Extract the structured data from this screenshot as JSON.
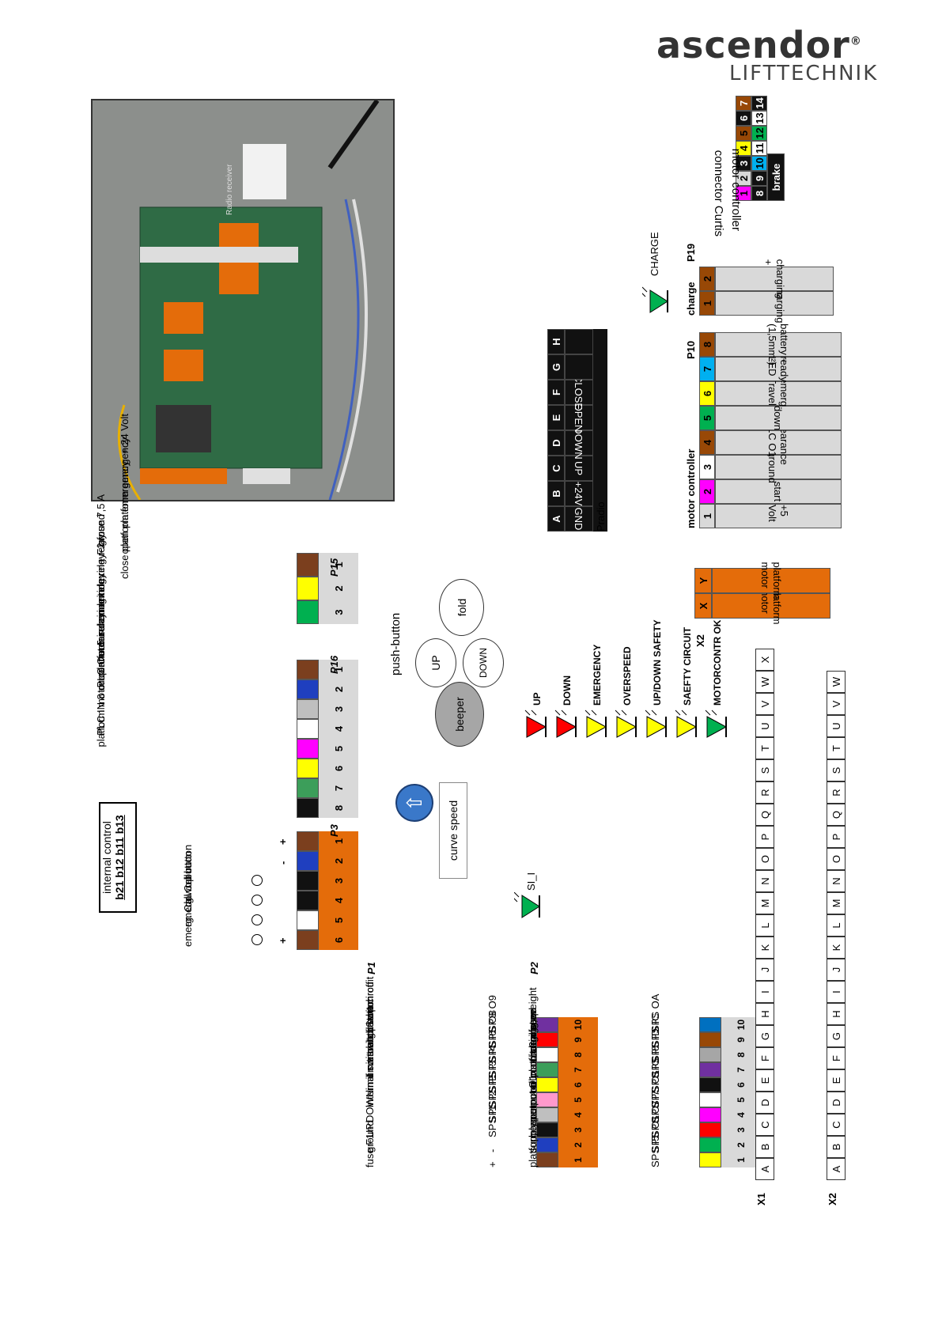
{
  "brand": {
    "name": "ascendor",
    "reg": "®",
    "sub": "LIFTTECHNIK"
  },
  "photo": {
    "label": "Radio receiver"
  },
  "p1": {
    "title": "P1",
    "rows": [
      {
        "label": "fuse F1",
        "sps": "+",
        "pin": "1",
        "color": "#7b3f1e"
      },
      {
        "label": "ground",
        "sps": "-",
        "pin": "2",
        "color": "#1f3fbf"
      },
      {
        "label": "UP",
        "sps": "SPS I1",
        "pin": "3",
        "color": "#111111"
      },
      {
        "label": "DOWN",
        "sps": "SPS I2",
        "pin": "4",
        "color": "#bfbfbf"
      },
      {
        "label": "internal control",
        "sps": "SPS IE",
        "pin": "5",
        "color": "#ff99cc"
      },
      {
        "label": "limit switch top",
        "sps": "SPS I3",
        "pin": "6",
        "color": "#ffff00"
      },
      {
        "label": "limit switch botton",
        "sps": "SPS I4",
        "pin": "7",
        "color": "#3c9e5a"
      },
      {
        "label": "emerg. Stop circuit",
        "sps": "SPS I6",
        "pin": "8",
        "color": "#ffffff"
      },
      {
        "label": "auto switch off",
        "sps": "SPS O8",
        "pin": "9",
        "color": "#ff0000"
      },
      {
        "label": "flasher",
        "sps": "SPS O9",
        "pin": "10",
        "color": "#7030a0"
      }
    ]
  },
  "p2": {
    "title": "P2",
    "rows": [
      {
        "label": "platform open",
        "sps": "SPS I5",
        "pin": "1",
        "color": "#ffff00"
      },
      {
        "label": "supply output O1",
        "sps": "SPS O1",
        "pin": "2",
        "color": "#00b050"
      },
      {
        "label": "beeper",
        "sps": "SPS O7",
        "pin": "3",
        "color": "#ff0000"
      },
      {
        "label": "motor on",
        "sps": "SPS I7",
        "pin": "4",
        "color": "#ff00ff"
      },
      {
        "label": "motor cont. clearance",
        "sps": "SPS O1",
        "pin": "5",
        "color": "#ffffff"
      },
      {
        "label": "roll monitoring",
        "sps": "SPS IG",
        "pin": "6",
        "color": "#111111"
      },
      {
        "label": "platform closed",
        "sps": "SPS I8",
        "pin": "7",
        "color": "#7030a0"
      },
      {
        "label": "charging, weight",
        "sps": "SPS ID",
        "pin": "8",
        "color": "#a6a6a6"
      },
      {
        "label": "3rd stop",
        "sps": "SPS IC",
        "pin": "9",
        "color": "#984806"
      },
      {
        "label": "free",
        "sps": "SPS OA",
        "pin": "10",
        "color": "#0070c0"
      }
    ]
  },
  "p3": {
    "title": "P3",
    "box": "internal control",
    "box_sub": "b21 b12 b11 b13",
    "pins": [
      {
        "pin": "1",
        "color": "#7b3f1e",
        "sign": "+",
        "label": ""
      },
      {
        "pin": "2",
        "color": "#1f3fbf",
        "sign": "-",
        "label": ""
      },
      {
        "pin": "3",
        "color": "#111111",
        "sign": "",
        "label": "up button"
      },
      {
        "pin": "4",
        "color": "#111111",
        "sign": "",
        "label": "down button"
      },
      {
        "pin": "5",
        "color": "#ffffff",
        "sign": "",
        "label": "emerg. Call"
      },
      {
        "pin": "6",
        "color": "#7b3f1e",
        "sign": "+",
        "label": "emerg. Call"
      }
    ]
  },
  "p16": {
    "title": "P16",
    "pins": [
      {
        "pin": "1",
        "color": "#7b3f1e",
        "label": "+ F2 fuse 7,5 A"
      },
      {
        "pin": "2",
        "color": "#1f3fbf",
        "label": "- ground"
      },
      {
        "pin": "3",
        "color": "#bfbfbf",
        "label": "indexing relay"
      },
      {
        "pin": "4",
        "color": "#ffffff",
        "label": "indexing relay"
      },
      {
        "pin": "5",
        "color": "#ff00ff",
        "label": "PLC Out 5 indexing relay"
      },
      {
        "pin": "6",
        "color": "#ffff00",
        "label": "PLC IN 8 current measurement"
      },
      {
        "pin": "7",
        "color": "#3c9e5a",
        "label": "platform relay"
      },
      {
        "pin": "8",
        "color": "#111111",
        "label": "platform motor connector"
      }
    ]
  },
  "p15": {
    "title": "P15",
    "pins": [
      {
        "pin": "1",
        "color": "#7b3f1e",
        "label": "+ 24 Volt"
      },
      {
        "pin": "2",
        "color": "#ffff00",
        "label": "open platform emergency"
      },
      {
        "pin": "3",
        "color": "#00b050",
        "label": "close platform emergency"
      }
    ]
  },
  "pushbutton": {
    "title": "push-button",
    "up": "UP",
    "down": "DOWN",
    "fold": "fold",
    "beeper": "beeper"
  },
  "curve_speed": "curve speed",
  "si_led": "SI_I",
  "leds": [
    {
      "label": "UP",
      "color": "#ff0000"
    },
    {
      "label": "DOWN",
      "color": "#ff0000"
    },
    {
      "label": "EMERGENCY",
      "color": "#ffff00"
    },
    {
      "label": "OVERSPEED",
      "color": "#ffff00"
    },
    {
      "label": "UP/DOWN SAFETY",
      "color": "#ffff00"
    },
    {
      "label": "SAEFTY CIRCUIT",
      "color": "#ffff00"
    },
    {
      "label": "MOTORCONTR OK",
      "color": "#00b050"
    }
  ],
  "pradio": {
    "title": "Pradio",
    "cols": [
      {
        "letter": "A",
        "label": "GND"
      },
      {
        "letter": "B",
        "label": "+24V"
      },
      {
        "letter": "C",
        "label": "UP"
      },
      {
        "letter": "D",
        "label": "DOWN"
      },
      {
        "letter": "E",
        "label": "OPEN"
      },
      {
        "letter": "F",
        "label": "CLOSE"
      },
      {
        "letter": "G",
        "label": ""
      },
      {
        "letter": "H",
        "label": ""
      }
    ]
  },
  "p10": {
    "title": "P10",
    "group": "motor controller",
    "pins": [
      {
        "pin": "1",
        "color": "#d9d9d9",
        "label": "+5 Volt"
      },
      {
        "pin": "2",
        "color": "#ff00ff",
        "label": "start"
      },
      {
        "pin": "3",
        "color": "#ffffff",
        "label": "- ground"
      },
      {
        "pin": "4",
        "color": "#984806",
        "label": "clearance PLC O1"
      },
      {
        "pin": "5",
        "color": "#00b050",
        "label": "down"
      },
      {
        "pin": "6",
        "color": "#ffff00",
        "label": "emerg. Travel"
      },
      {
        "pin": "7",
        "color": "#00b0f0",
        "label": "ready LED"
      },
      {
        "pin": "8",
        "color": "#984806",
        "label": "battery + (1,5mm²)"
      }
    ]
  },
  "p19": {
    "title": "P19",
    "group": "charge",
    "pins": [
      {
        "pin": "1",
        "color": "#984806",
        "label": "charging +"
      },
      {
        "pin": "2",
        "color": "#984806",
        "label": "charging +"
      }
    ],
    "led": "CHARGE"
  },
  "curtis": {
    "title1": "connector Curtis",
    "title2": "motor controller",
    "brake": "brake",
    "rows": [
      [
        {
          "n": "7",
          "c": "#984806",
          "t": "#fff"
        },
        {
          "n": "6",
          "c": "#111",
          "t": "#fff"
        },
        {
          "n": "5",
          "c": "#984806",
          "t": "#000"
        },
        {
          "n": "4",
          "c": "#ffff00",
          "t": "#000"
        },
        {
          "n": "3",
          "c": "#111",
          "t": "#fff"
        },
        {
          "n": "2",
          "c": "#d9d9d9",
          "t": "#000"
        },
        {
          "n": "1",
          "c": "#ff00ff",
          "t": "#000"
        }
      ],
      [
        {
          "n": "14",
          "c": "#111",
          "t": "#fff"
        },
        {
          "n": "13",
          "c": "#fff",
          "t": "#000"
        },
        {
          "n": "12",
          "c": "#00b050",
          "t": "#000"
        },
        {
          "n": "11",
          "c": "#fff",
          "t": "#000"
        },
        {
          "n": "10",
          "c": "#00b0f0",
          "t": "#000"
        },
        {
          "n": "9",
          "c": "#111",
          "t": "#fff"
        },
        {
          "n": "8",
          "c": "#111",
          "t": "#fff"
        }
      ]
    ]
  },
  "x2_motor": {
    "label": "X2",
    "cols": [
      {
        "letter": "X",
        "label": "platform motor"
      },
      {
        "letter": "Y",
        "label": "platform motor"
      }
    ]
  },
  "x1": {
    "label": "X1",
    "letters": [
      "A",
      "B",
      "C",
      "D",
      "E",
      "F",
      "G",
      "H",
      "I",
      "J",
      "K",
      "L",
      "M",
      "N",
      "O",
      "P",
      "Q",
      "R",
      "S",
      "T",
      "U",
      "V",
      "W",
      "X"
    ]
  },
  "x2": {
    "label": "X2",
    "letters": [
      "A",
      "B",
      "C",
      "D",
      "E",
      "F",
      "G",
      "H",
      "I",
      "J",
      "K",
      "L",
      "M",
      "N",
      "O",
      "P",
      "Q",
      "R",
      "S",
      "T",
      "U",
      "V",
      "W"
    ]
  },
  "colors": {
    "orange": "#e46c0a",
    "gray": "#d9d9d9",
    "accent": "#e8601c"
  }
}
